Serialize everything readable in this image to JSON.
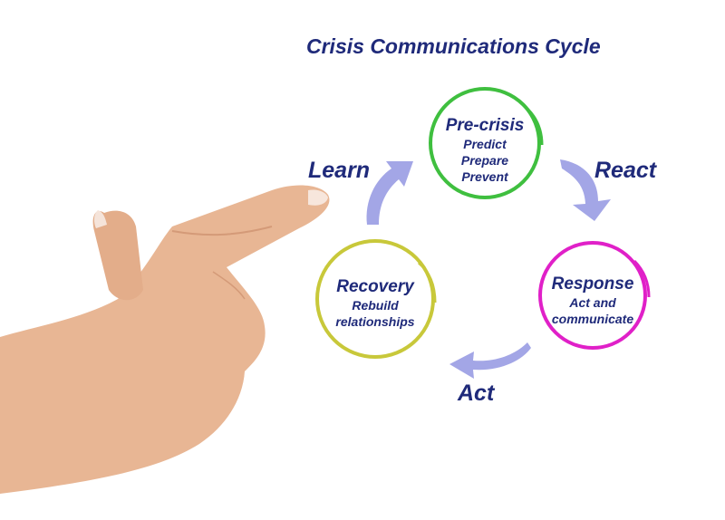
{
  "title": "Crisis Communications Cycle",
  "colors": {
    "text": "#1f2a7a",
    "arrow": "#a3a6e6",
    "pre_crisis": "#3fbf3f",
    "response": "#e020c8",
    "recovery": "#c8c83a",
    "skin": "#e8b694"
  },
  "nodes": {
    "pre_crisis": {
      "title": "Pre-crisis",
      "lines": [
        "Predict",
        "Prepare",
        "Prevent"
      ]
    },
    "response": {
      "title": "Response",
      "lines": [
        "Act and",
        "communicate"
      ]
    },
    "recovery": {
      "title": "Recovery",
      "lines": [
        "Rebuild",
        "relationships"
      ]
    }
  },
  "transitions": {
    "react": "React",
    "act": "Act",
    "learn": "Learn"
  }
}
